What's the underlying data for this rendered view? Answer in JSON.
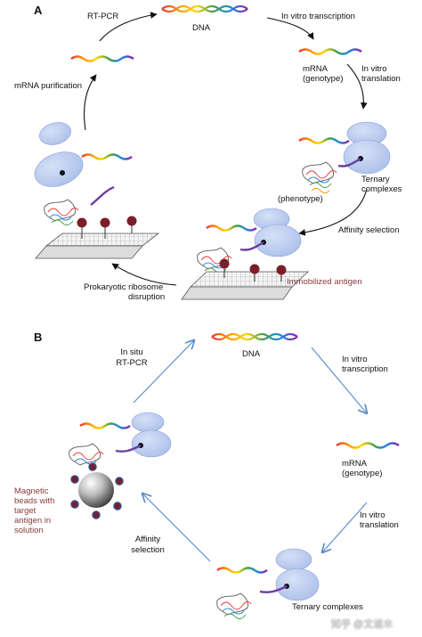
{
  "panel_a": {
    "letter": "A",
    "labels": {
      "rt_pcr": "RT-PCR",
      "dna": "DNA",
      "in_vitro_transcription": "In vitro  transcription",
      "mrna_line1": "mRNA",
      "mrna_line2": "(genotype)",
      "in_vitro_translation_line1": "In vitro",
      "in_vitro_translation_line2": "translation",
      "mrna_purification": "mRNA  purification",
      "phenotype": "(phenotype)",
      "ternary_line1": "Ternary",
      "ternary_line2": "complexes",
      "affinity_selection": "Affinity  selection",
      "immobilized_antigen": "Immobilized  antigen",
      "disruption_line1": "Prokaryotic  ribosome",
      "disruption_line2": "disruption"
    }
  },
  "panel_b": {
    "letter": "B",
    "labels": {
      "in_situ_line1": "In situ",
      "in_situ_line2": "RT-PCR",
      "dna": "DNA",
      "in_vitro_transcription_line1": "In vitro",
      "in_vitro_transcription_line2": "transcription",
      "mrna_line1": "mRNA",
      "mrna_line2": "(genotype)",
      "in_vitro_translation_line1": "In vitro",
      "in_vitro_translation_line2": "translation",
      "ternary_complexes": "Ternary  complexes",
      "affinity_line1": "Affinity",
      "affinity_line2": "selection",
      "magnetic_line1": "Magnetic",
      "magnetic_line2": "beads with",
      "magnetic_line3": "target",
      "magnetic_line4": "antigen  in",
      "magnetic_line5": "solution"
    }
  },
  "watermark": "知乎 @文道木",
  "colors": {
    "ribosome": "#b7c9ee",
    "ribosome_stroke": "#8aa0d6",
    "antigen": "#7a1f2a",
    "arrow_a": "#111111",
    "arrow_b": "#5b8fcc",
    "annotation_red": "#8b3a3a"
  },
  "icons": [
    "dna-helix-icon",
    "mrna-strand-icon",
    "ribosome-icon",
    "protein-icon",
    "antigen-plate-icon",
    "magnetic-bead-icon"
  ]
}
